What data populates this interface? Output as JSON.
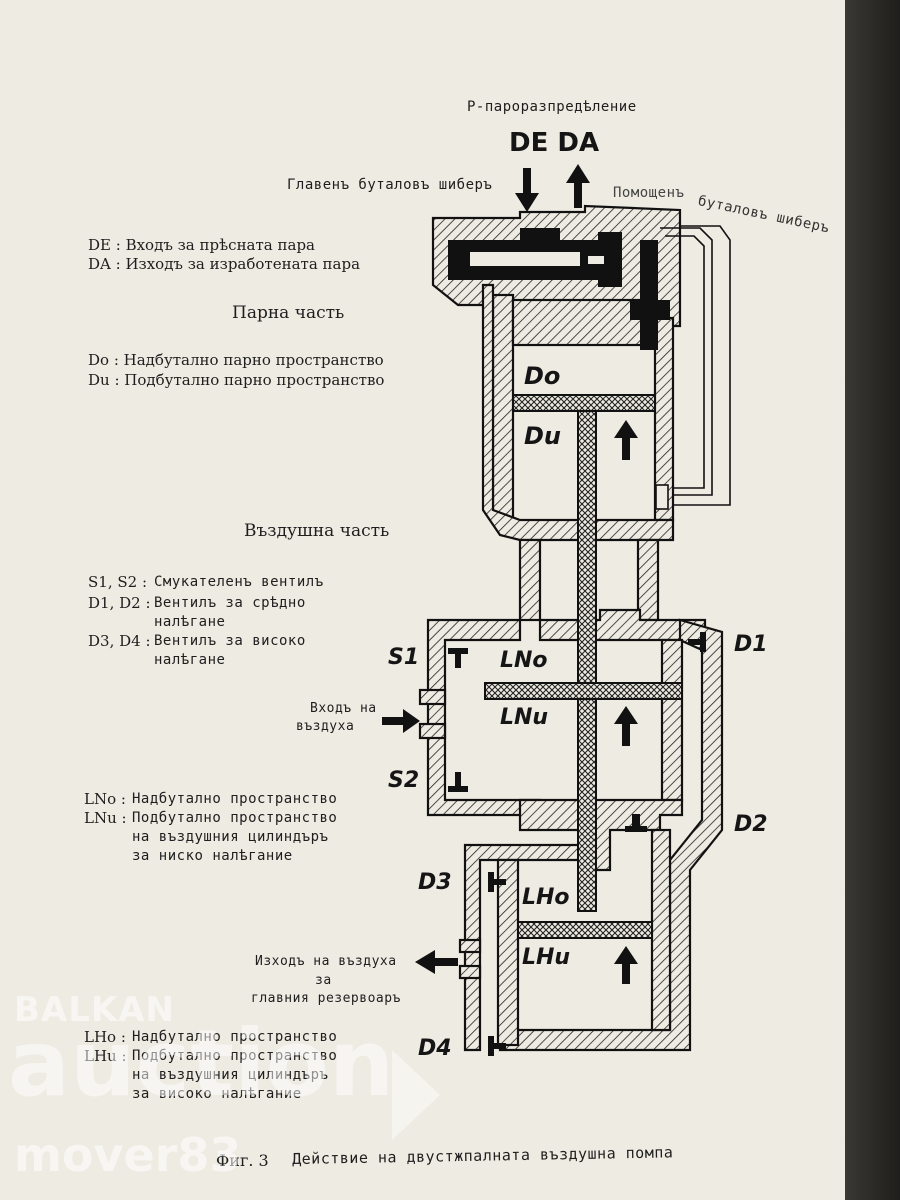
{
  "header": {
    "steam_distribution": "Р-паpоразпредѣление",
    "de_da": "DE DA",
    "main_slide": "Главенъ буталовъ шиберъ",
    "aux_slide_1": "Помощенъ",
    "aux_slide_2": "буталовъ шиберъ"
  },
  "legend": {
    "de": "DE : Входъ за прѣсната пара",
    "da": "DA : Изходъ за изработената пара",
    "steam_part": "Парна часть",
    "do": "Do : Надбутално парно пространство",
    "du": "Du : Подбутално парно пространство",
    "air_part": "Въздушна часть",
    "s_key": "S1, S2 :",
    "s_val": "Смукателенъ вентилъ",
    "d12_key": "D1, D2 :",
    "d12_val_1": "Вентилъ за срѣдно",
    "d12_val_2": "налѣгане",
    "d34_key": "D3, D4 :",
    "d34_val_1": "Вентилъ за високо",
    "d34_val_2": "налѣгане",
    "air_in_1": "Входъ на",
    "air_in_2": "въздуха",
    "lno_key": "LNo :",
    "lno_val": "Надбутално пространство",
    "lnu_key": "LNu :",
    "lnu_val_1": "Подбутално пространство",
    "lnu_val_2": "на въздушния цилиндъръ",
    "lnu_val_3": "за ниско налѣгание",
    "air_out_1": "Изходъ на въздуха",
    "air_out_2": "за",
    "air_out_3": "главния резервоаръ",
    "lho_key": "LHo :",
    "lho_val": "Надбутално пространство",
    "lhu_key": "LHu :",
    "lhu_val_1": "Подбутално пространство",
    "lhu_val_2": "на въздушния цилиндъръ",
    "lhu_val_3": "за високо налѣгание"
  },
  "labels": {
    "do": "Do",
    "du": "Du",
    "s1": "S1",
    "s2": "S2",
    "d1": "D1",
    "d2": "D2",
    "d3": "D3",
    "d4": "D4",
    "lno": "LNo",
    "lnu": "LNu",
    "lho": "LHo",
    "lhu": "LHu"
  },
  "caption": {
    "fig": "Фиг. 3",
    "text": "Действие на двустжпалната въздушна помпа"
  },
  "watermark": {
    "balkan": "BALKAN",
    "auction": "auction",
    "user": "mover83"
  }
}
